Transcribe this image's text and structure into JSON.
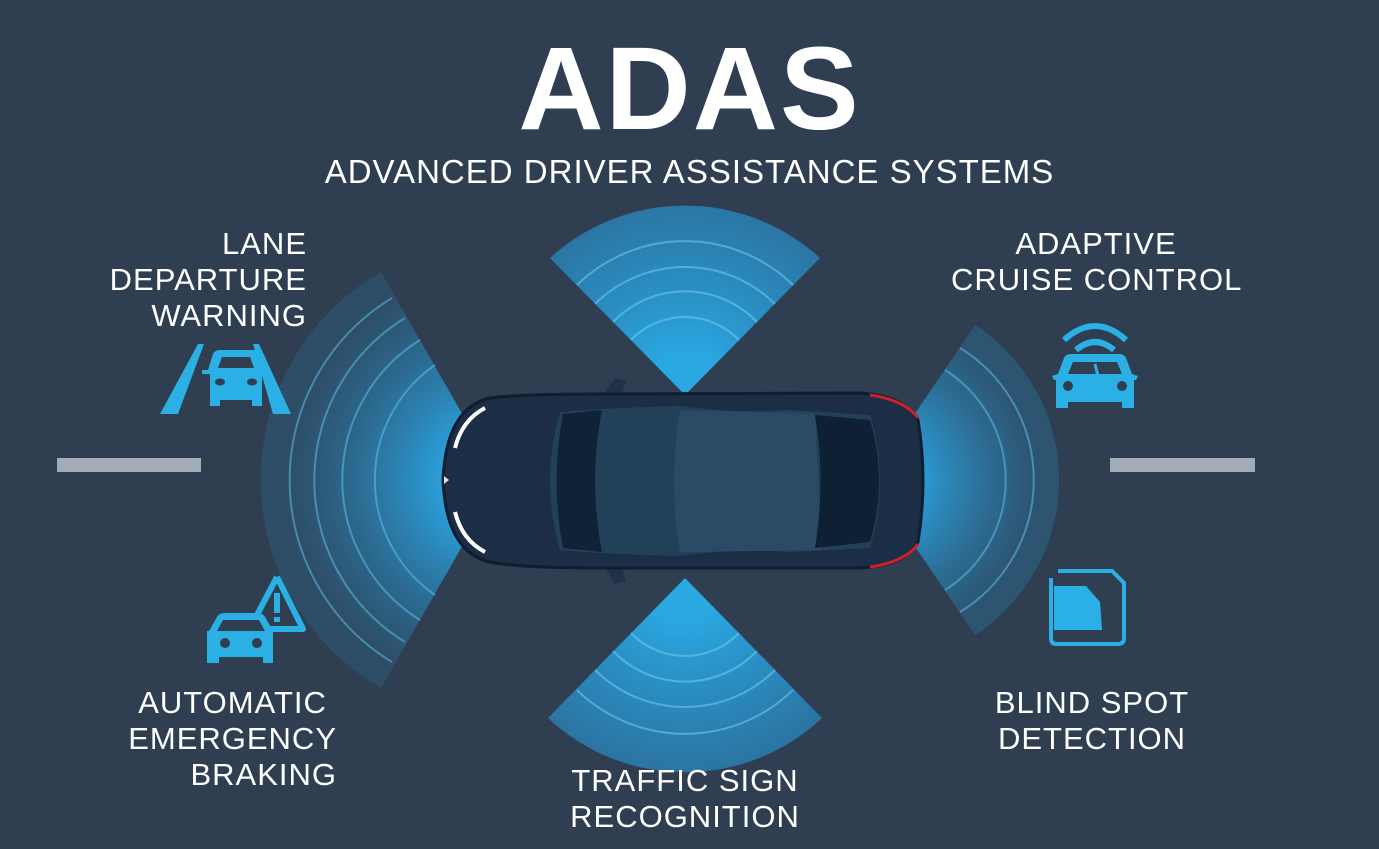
{
  "header": {
    "title": "ADAS",
    "subtitle": "ADVANCED DRIVER ASSISTANCE SYSTEMS"
  },
  "features": {
    "lane_departure": {
      "lines": [
        "LANE",
        "DEPARTURE",
        "WARNING"
      ],
      "icon": "lane-departure-icon"
    },
    "adaptive_cruise": {
      "lines": [
        "ADAPTIVE",
        "CRUISE CONTROL"
      ],
      "icon": "adaptive-cruise-icon"
    },
    "emergency_braking": {
      "lines": [
        "AUTOMATIC",
        "EMERGENCY",
        "BRAKING"
      ],
      "icon": "emergency-braking-icon"
    },
    "blind_spot": {
      "lines": [
        "BLIND SPOT",
        "DETECTION"
      ],
      "icon": "blind-spot-icon"
    },
    "traffic_sign": {
      "lines": [
        "TRAFFIC SIGN",
        "RECOGNITION"
      ]
    }
  },
  "colors": {
    "background": "#2f3e50",
    "accent": "#2bb0e6",
    "road_marking": "#a2abb6",
    "car_body": "#1d3148",
    "tail_light": "#d0202a"
  }
}
